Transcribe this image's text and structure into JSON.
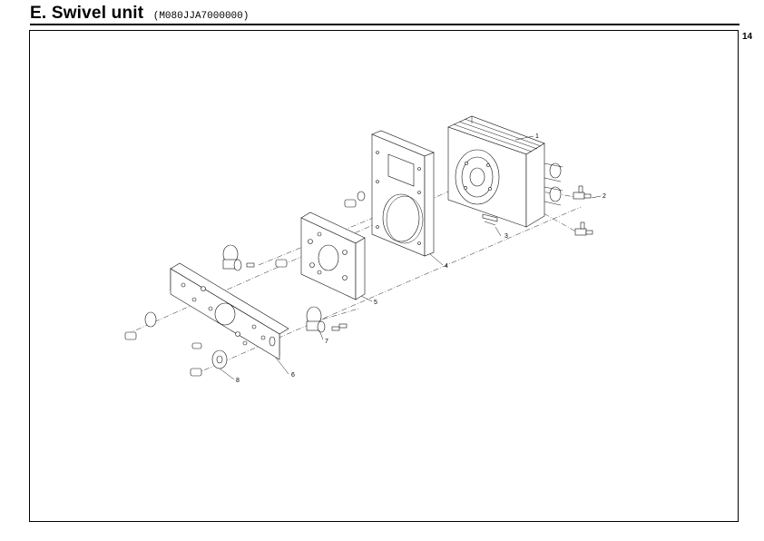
{
  "header": {
    "title": "E. Swivel unit",
    "code": "(M080JJA7000000)"
  },
  "page_number": "14",
  "parts": [
    {
      "label": "1"
    },
    {
      "label": "2"
    },
    {
      "label": "3"
    },
    {
      "label": "4"
    },
    {
      "label": "5"
    },
    {
      "label": "6"
    },
    {
      "label": "7"
    },
    {
      "label": "8"
    }
  ]
}
